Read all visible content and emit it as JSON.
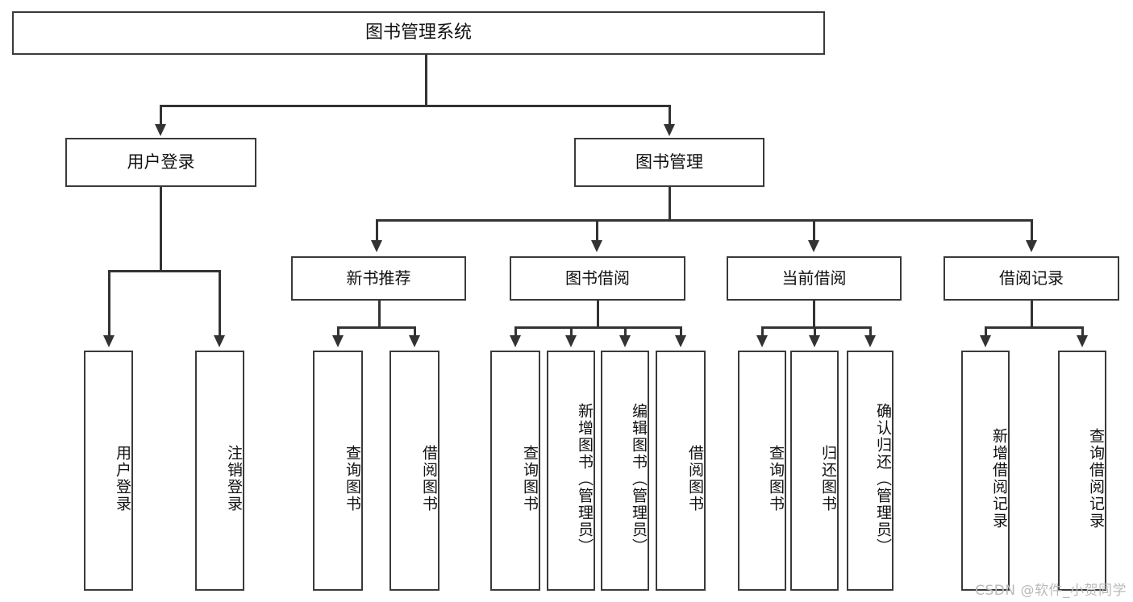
{
  "diagram": {
    "title": "图书管理系统",
    "type": "tree-hierarchy-chart",
    "root": {
      "label": "图书管理系统"
    },
    "level2": [
      {
        "label": "用户登录"
      },
      {
        "label": "图书管理"
      }
    ],
    "level3": [
      {
        "label": "新书推荐"
      },
      {
        "label": "图书借阅"
      },
      {
        "label": "当前借阅"
      },
      {
        "label": "借阅记录"
      }
    ],
    "leaves": {
      "user_login": [
        {
          "label": "用户登录"
        },
        {
          "label": "注销登录"
        }
      ],
      "new_book_recommend": [
        {
          "label": "查询图书"
        },
        {
          "label": "借阅图书"
        }
      ],
      "book_borrow": [
        {
          "label": "查询图书"
        },
        {
          "label": "新增图书（管理员）"
        },
        {
          "label": "编辑图书（管理员）"
        },
        {
          "label": "借阅图书"
        }
      ],
      "current_borrow": [
        {
          "label": "查询图书"
        },
        {
          "label": "归还图书"
        },
        {
          "label": "确认归还（管理员）"
        }
      ],
      "borrow_record": [
        {
          "label": "新增借阅记录"
        },
        {
          "label": "查询借阅记录"
        }
      ]
    }
  },
  "watermark": {
    "text": "CSDN @软件_小贺同学"
  },
  "colors": {
    "box_border": "#3a3a3a",
    "connector": "#333333",
    "background": "#ffffff",
    "text": "#111111",
    "watermark": "#b9b9b9"
  }
}
